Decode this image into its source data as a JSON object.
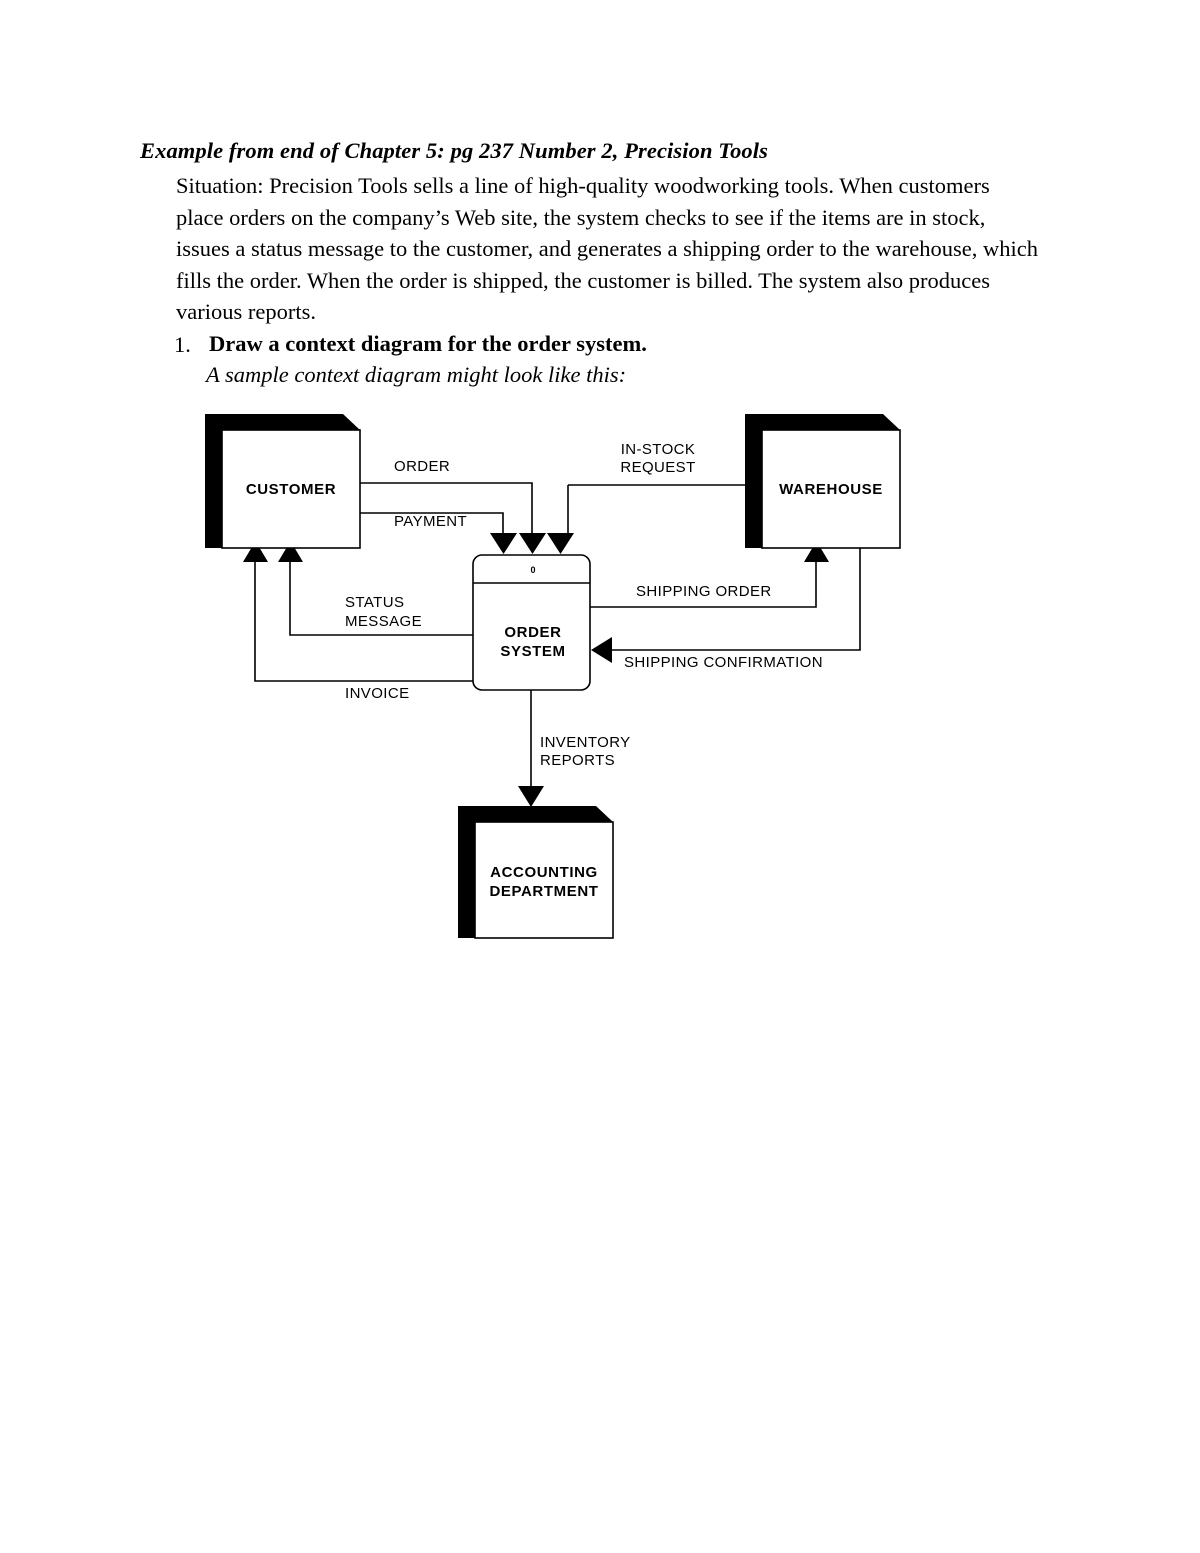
{
  "document": {
    "heading": "Example from end of Chapter 5: pg 237 Number  2, Precision Tools",
    "situation": "Situation: Precision Tools sells a line of high-quality woodworking tools. When customers place orders on the company’s Web site, the system checks to see if the items are in stock, issues a status message to the customer, and generates a shipping order to the warehouse, which fills the order. When the order is shipped, the customer is billed. The system also produces various reports.",
    "question": {
      "number": "1.",
      "title": "Draw a context diagram for the order system.",
      "subtitle": "A sample context diagram might look like this:"
    }
  },
  "diagram": {
    "type": "context-diagram",
    "entities": [
      {
        "id": "customer",
        "label": "CUSTOMER"
      },
      {
        "id": "warehouse",
        "label": "WAREHOUSE"
      },
      {
        "id": "accounting",
        "label_line1": "ACCOUNTING",
        "label_line2": "DEPARTMENT"
      }
    ],
    "process": {
      "id_number": "0",
      "label_line1": "ORDER",
      "label_line2": "SYSTEM"
    },
    "flows": [
      {
        "id": "order",
        "label": "ORDER",
        "from": "customer",
        "to": "order-system"
      },
      {
        "id": "payment",
        "label": "PAYMENT",
        "from": "customer",
        "to": "order-system"
      },
      {
        "id": "in-stock-request",
        "label_line1": "IN-STOCK",
        "label_line2": "REQUEST",
        "from": "order-system",
        "to": "warehouse"
      },
      {
        "id": "status-message",
        "label_line1": "STATUS",
        "label_line2": "MESSAGE",
        "from": "order-system",
        "to": "customer"
      },
      {
        "id": "invoice",
        "label": "INVOICE",
        "from": "order-system",
        "to": "customer"
      },
      {
        "id": "shipping-order",
        "label": "SHIPPING ORDER",
        "from": "order-system",
        "to": "warehouse"
      },
      {
        "id": "shipping-confirmation",
        "label": "SHIPPING CONFIRMATION",
        "from": "warehouse",
        "to": "order-system"
      },
      {
        "id": "inventory-reports",
        "label_line1": "INVENTORY",
        "label_line2": "REPORTS",
        "from": "order-system",
        "to": "accounting"
      }
    ],
    "colors": {
      "stroke": "#000000",
      "shadow": "#000000",
      "fill": "#ffffff"
    }
  }
}
